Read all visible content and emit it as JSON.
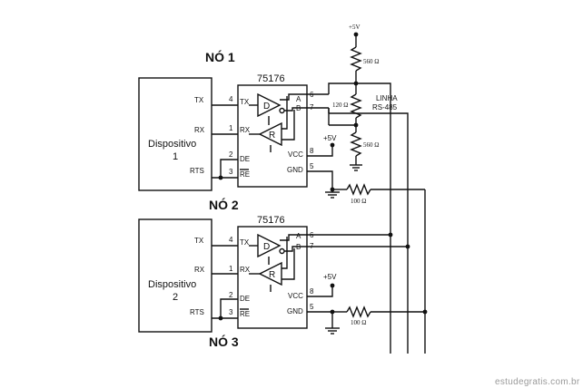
{
  "node1": {
    "title": "NÓ 1",
    "chip": "75176",
    "device": {
      "line1": "Dispositivo",
      "line2": "1"
    },
    "left_pins": {
      "tx": "TX",
      "rx": "RX",
      "rts": "RTS"
    },
    "chip_pins": {
      "tx": "TX",
      "rx": "RX",
      "de": "DE",
      "re": "RE",
      "a": "A",
      "b": "B",
      "vcc": "VCC",
      "gnd": "GND"
    },
    "pin_numbers": {
      "tx": "4",
      "rx": "1",
      "de": "2",
      "re": "3",
      "a": "6",
      "b": "7",
      "vcc": "8",
      "gnd": "5"
    },
    "driver": "D",
    "receiver": "R",
    "supply": "+5V",
    "resistor": "100 Ω"
  },
  "node2": {
    "title": "NÓ 2",
    "chip": "75176",
    "device": {
      "line1": "Dispositivo",
      "line2": "2"
    },
    "left_pins": {
      "tx": "TX",
      "rx": "RX",
      "rts": "RTS"
    },
    "chip_pins": {
      "tx": "TX",
      "rx": "RX",
      "de": "DE",
      "re": "RE",
      "a": "A",
      "b": "B",
      "vcc": "VCC",
      "gnd": "GND"
    },
    "pin_numbers": {
      "tx": "4",
      "rx": "1",
      "de": "2",
      "re": "3",
      "a": "6",
      "b": "7",
      "vcc": "8",
      "gnd": "5"
    },
    "driver": "D",
    "receiver": "R",
    "supply": "+5V",
    "resistor": "100 Ω"
  },
  "node3": {
    "title": "NÓ 3"
  },
  "bias": {
    "supply": "+5V",
    "r_top": "560 Ω",
    "r_term": "120 Ω",
    "r_bottom": "560 Ω",
    "line_label_1": "LINHA",
    "line_label_2": "RS-485"
  },
  "watermark": "estudegratis.com.br"
}
